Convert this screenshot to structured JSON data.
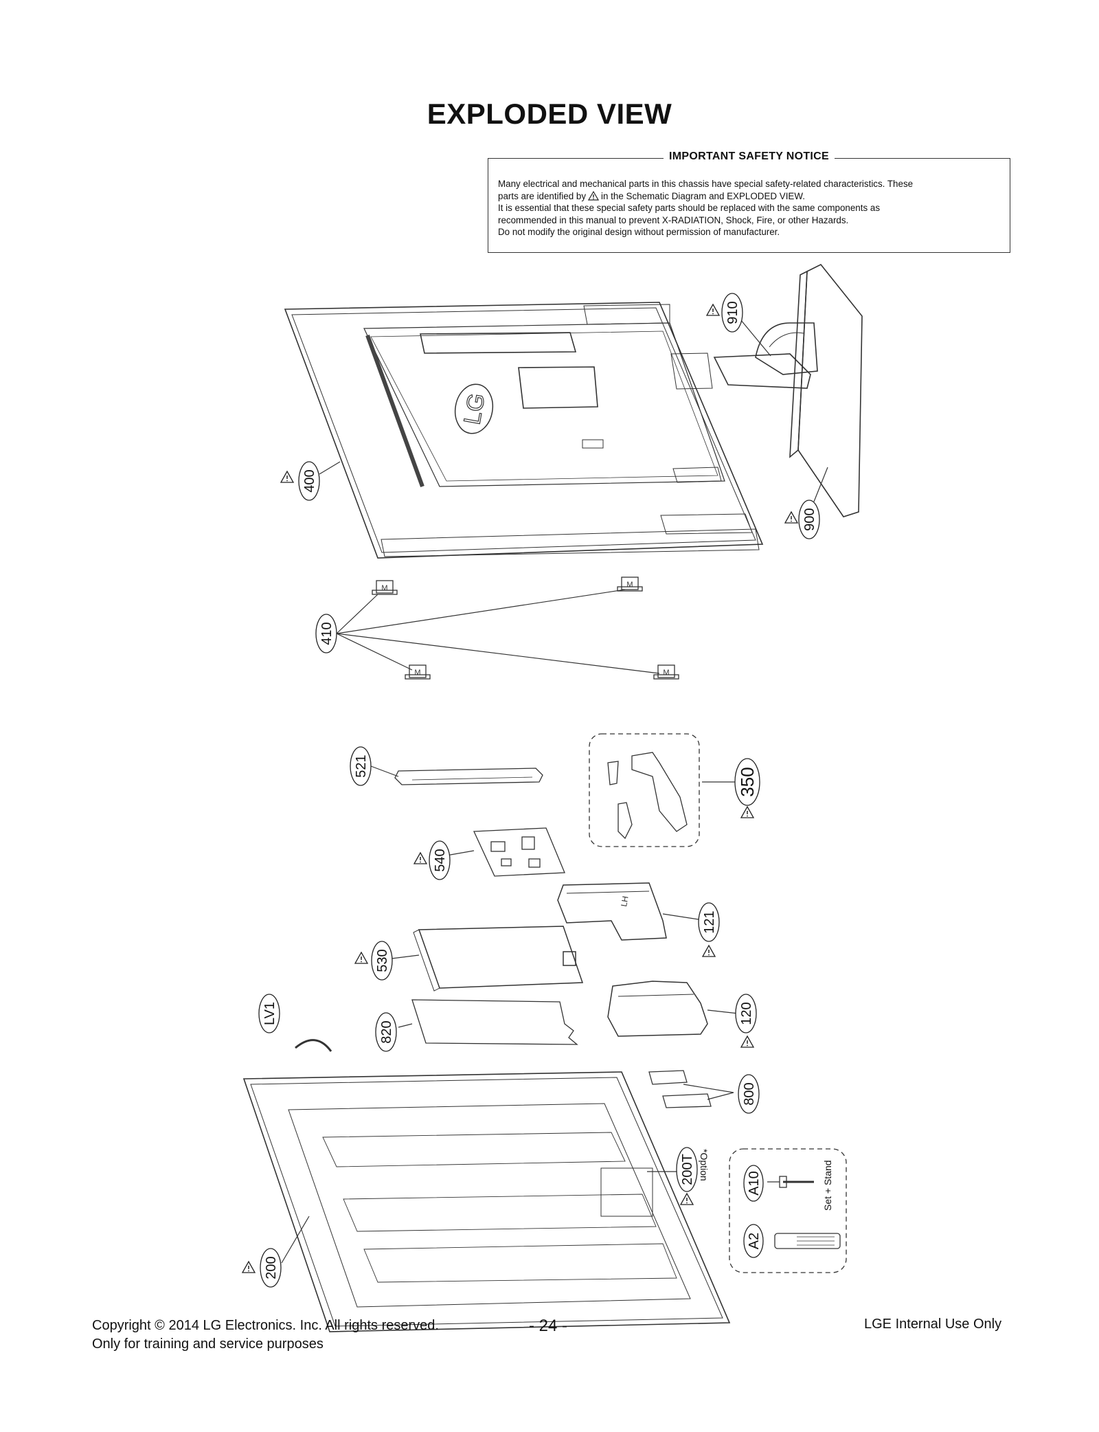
{
  "page_title": "EXPLODED VIEW",
  "notice": {
    "title": "IMPORTANT SAFETY NOTICE",
    "line1": "Many electrical and mechanical parts in this chassis have special safety-related characteristics. These",
    "line2a": "parts are identified by",
    "line2b": "in the Schematic Diagram and EXPLODED VIEW.",
    "line3": "It is essential that these special safety parts should be replaced with the same components as",
    "line4": "recommended in this manual to prevent X-RADIATION, Shock, Fire, or other Hazards.",
    "line5": "Do not modify the original design without permission of manufacturer."
  },
  "parts": {
    "p910": "910",
    "p400": "400",
    "p900": "900",
    "p410": "410",
    "p521": "521",
    "p350": "350",
    "p540": "540",
    "p121": "121",
    "p530": "530",
    "pLV1": "LV1",
    "p820": "820",
    "p120": "120",
    "p800": "800",
    "p200T": "200T",
    "p200": "200",
    "pA10": "A10",
    "pA2": "A2"
  },
  "labels": {
    "option": "*Option",
    "set_stand": "Set + Stand",
    "logo": "LG",
    "clip_mark": "M",
    "board_mark": "LH"
  },
  "footer": {
    "copyright": "Copyright  © 2014 LG Electronics. Inc. All rights reserved.",
    "training": "Only for training and service purposes",
    "page_number": "- 24 -",
    "internal": "LGE Internal Use Only"
  }
}
